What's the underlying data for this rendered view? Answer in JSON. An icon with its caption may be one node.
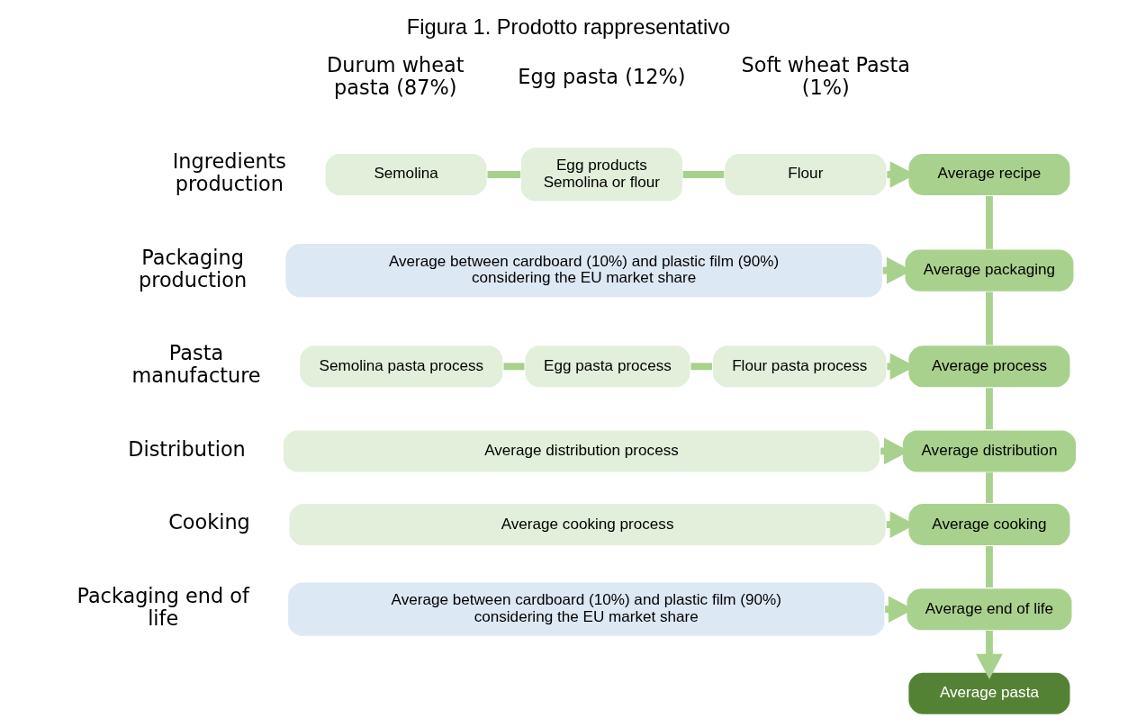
{
  "diagram": {
    "title": "Figura 1. Prodotto rappresentativo",
    "nodes": [
      {
        "text": [
          "Semolina"
        ]
      },
      {
        "text": [
          "Egg products",
          "Semolina or flour"
        ]
      },
      {
        "text": [
          "Flour"
        ]
      },
      {
        "text": [
          "Average recipe"
        ]
      },
      {
        "text": [
          "Average between cardboard (10%) and plastic film (90%) considering the EU market share"
        ]
      },
      {
        "text": [
          "Average packaging"
        ]
      },
      {
        "text": [
          "Semolina pasta process"
        ]
      },
      {
        "text": [
          "Egg pasta process"
        ]
      },
      {
        "text": [
          "Flour pasta process"
        ]
      },
      {
        "text": [
          "Average process"
        ]
      },
      {
        "text": [
          "Average distribution process"
        ]
      },
      {
        "text": [
          "Average distribution"
        ]
      },
      {
        "text": [
          "Average cooking process"
        ]
      },
      {
        "text": [
          "Average cooking"
        ]
      },
      {
        "text": [
          "Average between cardboard (10%) and plastic film (90%) considering the EU market share"
        ]
      },
      {
        "text": [
          "Average end of life"
        ]
      },
      {
        "text": [
          "Average pasta"
        ]
      }
    ],
    "edges": [
      {
        "from": 0,
        "to": 1,
        "arrow": "none"
      },
      {
        "from": 1,
        "to": 2,
        "arrow": "none"
      },
      {
        "from": 2,
        "to": 3,
        "arrow": "to"
      },
      {
        "from": 4,
        "to": 5,
        "arrow": "to"
      },
      {
        "from": 6,
        "to": 7,
        "arrow": "none"
      },
      {
        "from": 7,
        "to": 8,
        "arrow": "none"
      },
      {
        "from": 8,
        "to": 9,
        "arrow": "to"
      },
      {
        "from": 10,
        "to": 11,
        "arrow": "to"
      },
      {
        "from": 12,
        "to": 13,
        "arrow": "to"
      },
      {
        "from": 14,
        "to": 15,
        "arrow": "to"
      },
      {
        "from": 3,
        "to": 5,
        "arrow": "none"
      },
      {
        "from": 5,
        "to": 9,
        "arrow": "none"
      },
      {
        "from": 9,
        "to": 11,
        "arrow": "none"
      },
      {
        "from": 11,
        "to": 13,
        "arrow": "none"
      },
      {
        "from": 13,
        "to": 15,
        "arrow": "none"
      },
      {
        "from": 15,
        "to": 16,
        "arrow": "to"
      }
    ],
    "labels": [
      "Durum wheat pasta (87%)",
      "Egg pasta (12%)",
      "Soft wheat Pasta (1%)",
      "Ingredients production",
      "Packaging production",
      "Pasta manufacture",
      "Distribution",
      "Cooking",
      "Packaging end of life"
    ]
  }
}
